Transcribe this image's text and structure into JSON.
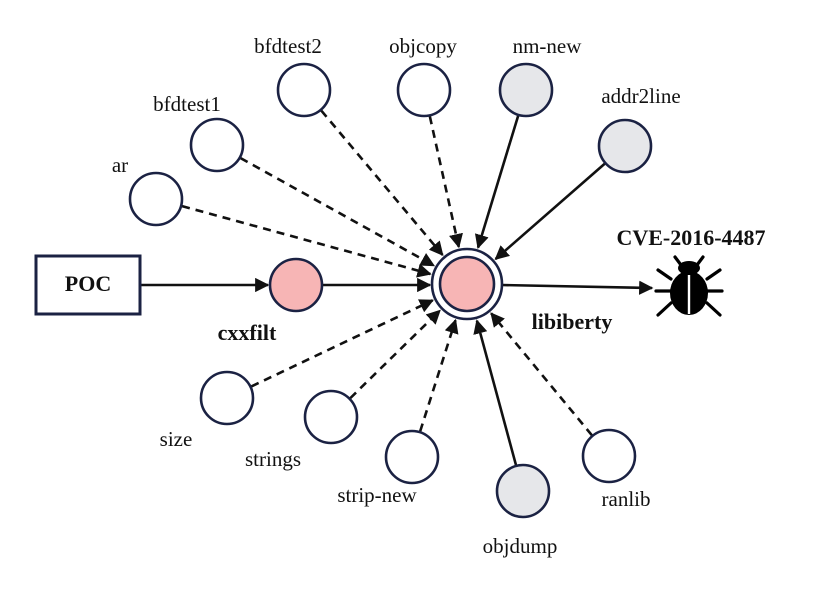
{
  "colors": {
    "node_stroke": "#1b2243",
    "default_fill": "#ffffff",
    "gray_fill": "#e6e7ea",
    "pink_fill": "#f7b5b5",
    "edge": "#111111",
    "bug": "#000000"
  },
  "poc": {
    "label": "POC"
  },
  "cxxfilt": {
    "label": "cxxfilt"
  },
  "libiberty": {
    "label": "libiberty"
  },
  "cve": {
    "label": "CVE-2016-4487",
    "icon": "bug-icon"
  },
  "satellites": [
    {
      "id": "bfdtest2",
      "label": "bfdtest2",
      "fill": "white",
      "edge": "dashed"
    },
    {
      "id": "objcopy",
      "label": "objcopy",
      "fill": "white",
      "edge": "dashed"
    },
    {
      "id": "nm-new",
      "label": "nm-new",
      "fill": "gray",
      "edge": "solid"
    },
    {
      "id": "addr2line",
      "label": "addr2line",
      "fill": "gray",
      "edge": "solid"
    },
    {
      "id": "bfdtest1",
      "label": "bfdtest1",
      "fill": "white",
      "edge": "dashed"
    },
    {
      "id": "ar",
      "label": "ar",
      "fill": "white",
      "edge": "dashed"
    },
    {
      "id": "size",
      "label": "size",
      "fill": "white",
      "edge": "dashed"
    },
    {
      "id": "strings",
      "label": "strings",
      "fill": "white",
      "edge": "dashed"
    },
    {
      "id": "strip-new",
      "label": "strip-new",
      "fill": "white",
      "edge": "dashed"
    },
    {
      "id": "objdump",
      "label": "objdump",
      "fill": "gray",
      "edge": "solid"
    },
    {
      "id": "ranlib",
      "label": "ranlib",
      "fill": "white",
      "edge": "dashed"
    }
  ]
}
